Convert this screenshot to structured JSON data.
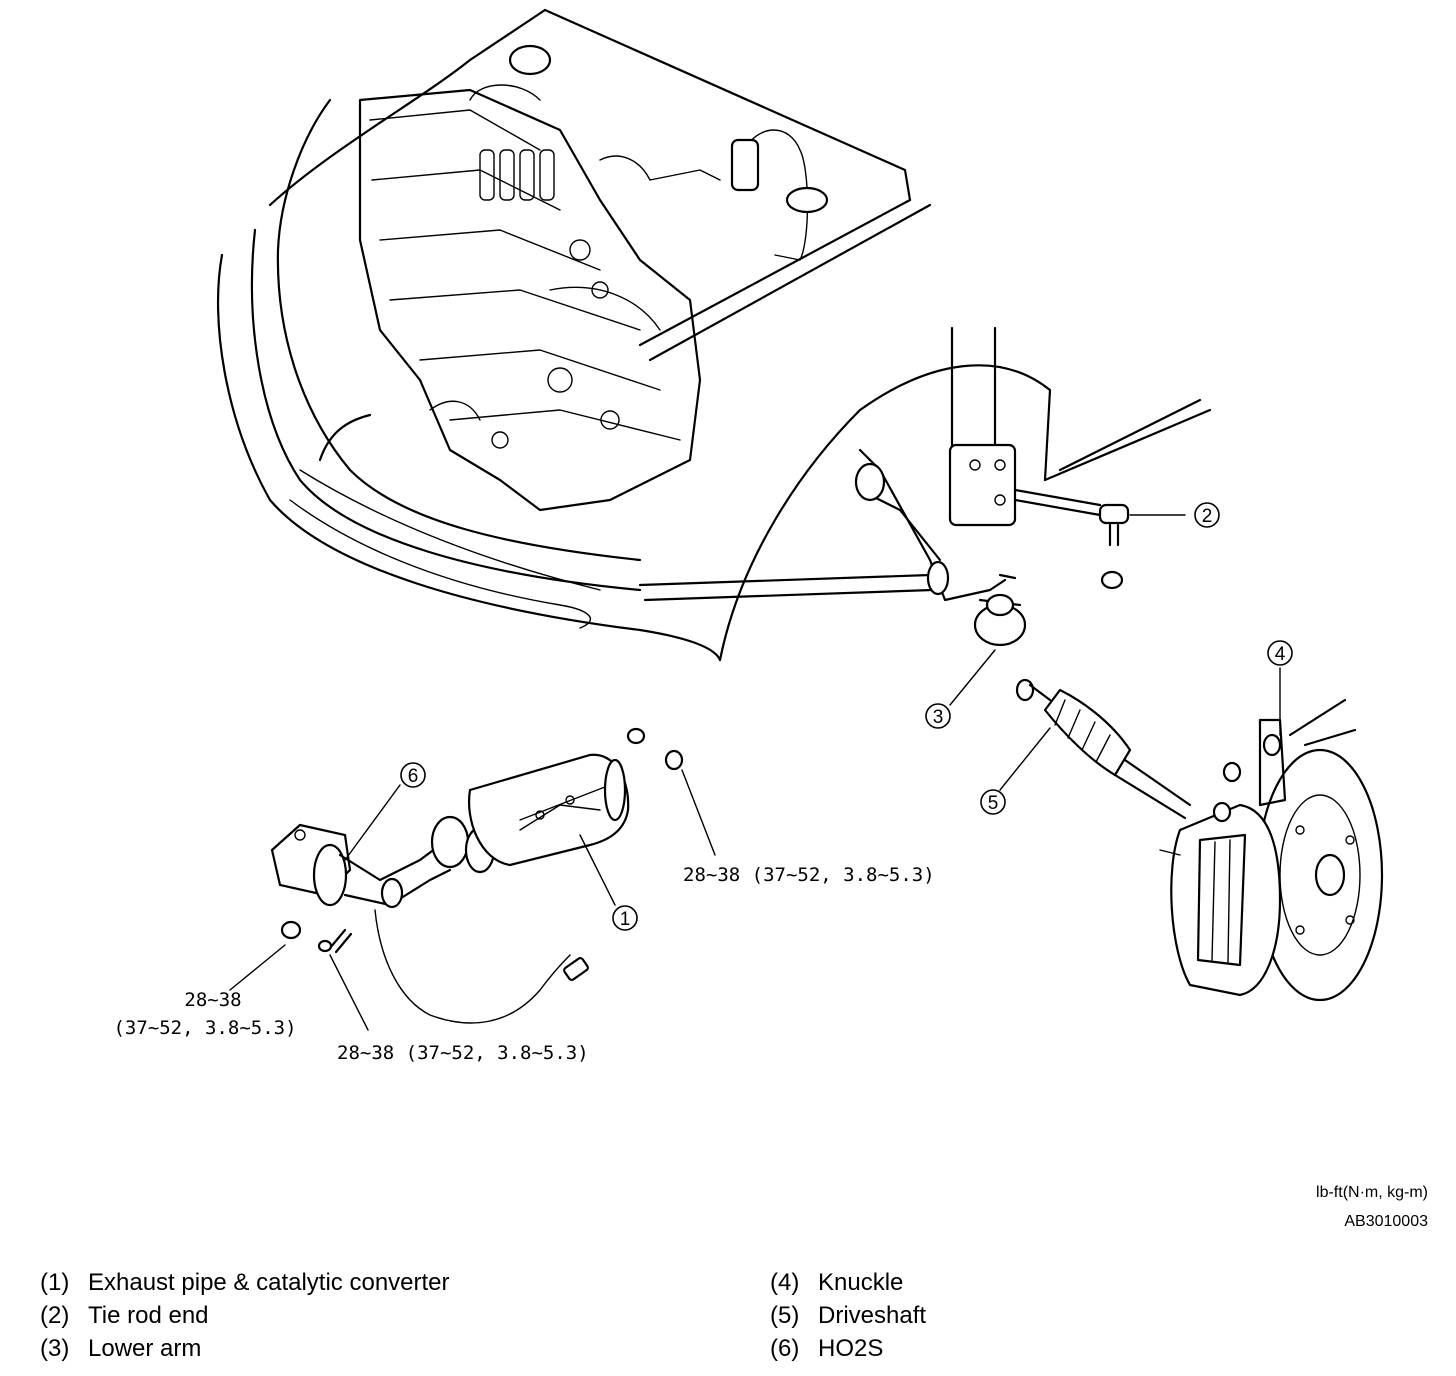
{
  "callouts": [
    {
      "num": "1"
    },
    {
      "num": "2"
    },
    {
      "num": "3"
    },
    {
      "num": "4"
    },
    {
      "num": "5"
    },
    {
      "num": "6"
    }
  ],
  "torque": {
    "right": "28~38 (37~52, 3.8~5.3)",
    "left_line1": "28~38",
    "left_line2": "(37~52, 3.8~5.3)",
    "bottom": "28~38 (37~52, 3.8~5.3)"
  },
  "units": "lb-ft(N·m, kg-m)",
  "figure_code": "AB3010003",
  "legend": {
    "left": [
      {
        "num": "(1)",
        "label": "Exhaust pipe & catalytic converter"
      },
      {
        "num": "(2)",
        "label": "Tie rod end"
      },
      {
        "num": "(3)",
        "label": "Lower arm"
      }
    ],
    "right": [
      {
        "num": "(4)",
        "label": "Knuckle"
      },
      {
        "num": "(5)",
        "label": "Driveshaft"
      },
      {
        "num": "(6)",
        "label": "HO2S"
      }
    ]
  }
}
